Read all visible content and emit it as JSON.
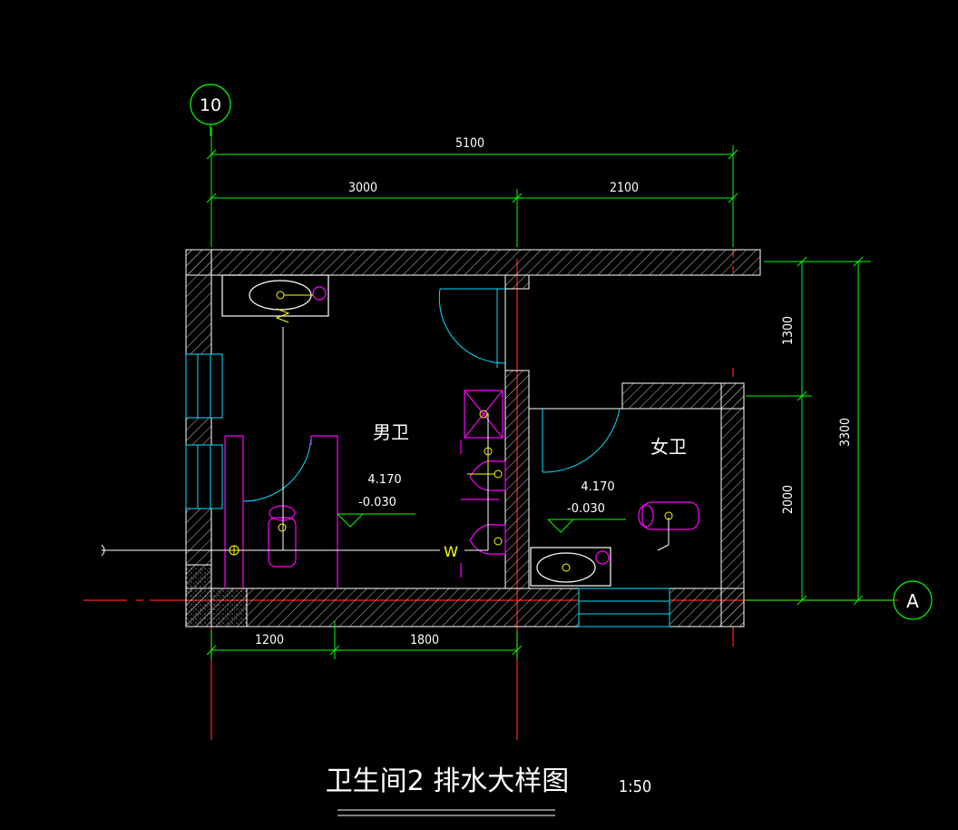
{
  "title": "卫生间2 排水大样图",
  "scale": "1:50",
  "axes": {
    "vertical_axis": "10",
    "horizontal_axis": "A"
  },
  "dimensions": {
    "top_total": "5100",
    "top_left": "3000",
    "top_right": "2100",
    "bottom_left": "1200",
    "bottom_mid": "1800",
    "right_upper": "1300",
    "right_lower": "2000",
    "right_total": "3300"
  },
  "rooms": {
    "men": {
      "name": "男卫",
      "elevation_top": "4.170",
      "elevation_bottom": "-0.030"
    },
    "women": {
      "name": "女卫",
      "elevation_top": "4.170",
      "elevation_bottom": "-0.030"
    }
  },
  "pipe_label": "W",
  "colors": {
    "background": "#000000",
    "wall_outline": "#ffffff",
    "dimension": "#00ff00",
    "axis_line": "#ff2020",
    "fixture": "#ff00ff",
    "door": "#00ffff",
    "pipe": "#ffffff",
    "drain": "#ffff00",
    "text": "#ffffff"
  }
}
